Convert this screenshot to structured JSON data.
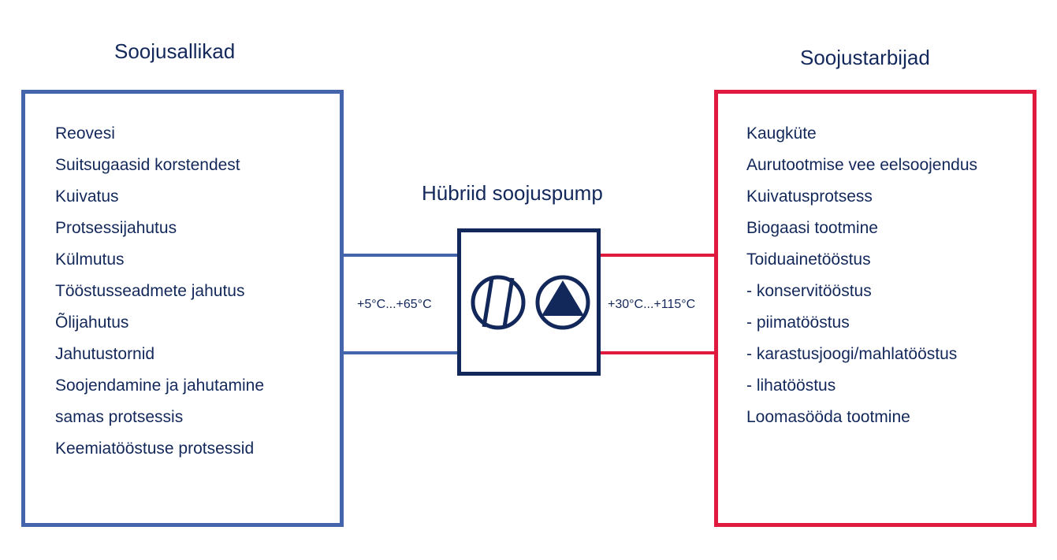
{
  "colors": {
    "source": "#4464ab",
    "consumer": "#e0193f",
    "pump": "#13285a",
    "text": "#13285a"
  },
  "sources": {
    "title": "Soojusallikad",
    "items": [
      "Reovesi",
      "Suitsugaasid korstendest",
      "Kuivatus",
      "Protsessijahutus",
      "Külmutus",
      "Tööstusseadmete jahutus",
      "Õlijahutus",
      "Jahutustornid",
      "Soojendamine ja jahutamine",
      "samas protsessis",
      "Keemiatööstuse protsessid"
    ],
    "temperature": "+5°C...+65°C"
  },
  "pump": {
    "title": "Hübriid soojuspump",
    "icons": [
      "compressor-icon",
      "pump-icon"
    ]
  },
  "consumers": {
    "title": "Soojustarbijad",
    "items": [
      "Kaugküte",
      "Aurutootmise vee eelsoojendus",
      "Kuivatusprotsess",
      "Biogaasi tootmine",
      "Toiduainetööstus",
      "- konservitööstus",
      "- piimatööstus",
      "- karastusjoogi/mahlatööstus",
      "- lihatööstus",
      "Loomasööda tootmine"
    ],
    "temperature": "+30°C...+115°C"
  }
}
